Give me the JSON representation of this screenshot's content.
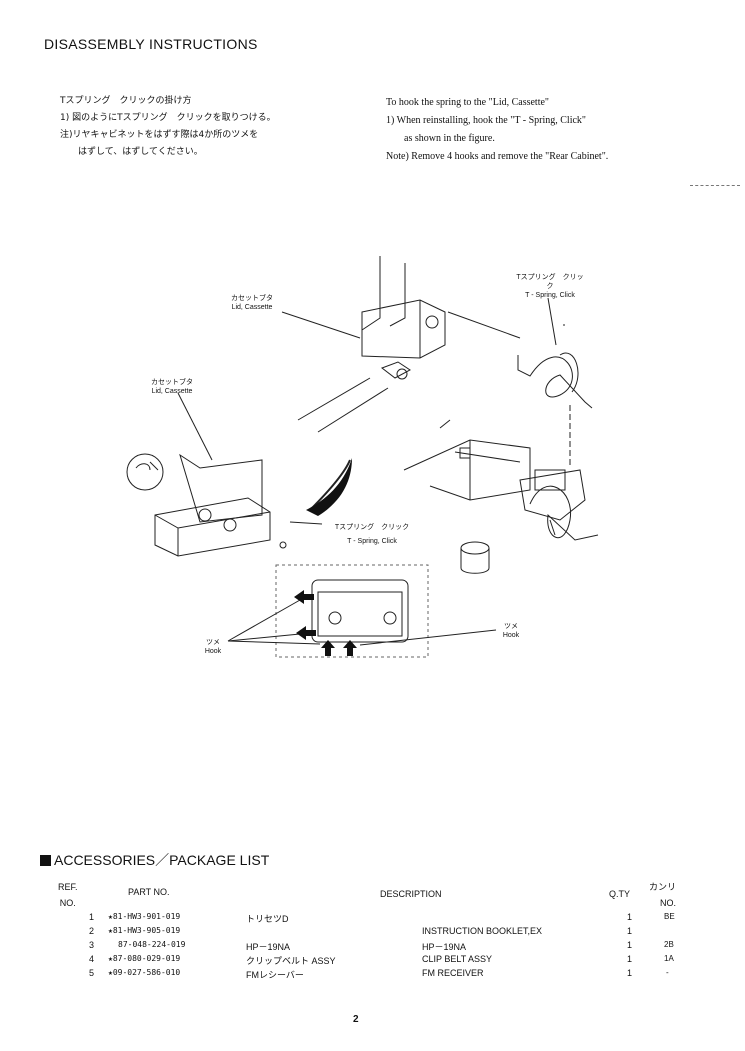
{
  "page_title": "DISASSEMBLY INSTRUCTIONS",
  "instructions_jp": [
    "Tスプリング　クリックの掛け方",
    "1) 図のようにTスプリング　クリックを取りつける。",
    "注)リヤキャビネットをはずす際は4か所のツメを",
    "はずして、はずしてください。"
  ],
  "instructions_en": [
    "To hook the spring to the \"Lid, Cassette\"",
    "1)  When reinstalling, hook the \"T - Spring, Click\"",
    "as shown in the figure.",
    "Note) Remove 4 hooks and remove the \"Rear Cabinet\"."
  ],
  "figure_labels": {
    "lid_jp_top": "カセットブタ",
    "lid_en_top": "Lid, Cassette",
    "lid_jp_left": "カセットブタ",
    "lid_en_left": "Lid, Cassette",
    "spring_jp_top": "Tスプリング　クリック",
    "spring_en_top": "T - Spring, Click",
    "spring_jp_mid": "Tスプリング　クリック",
    "spring_en_mid": "T - Spring, Click",
    "hook_jp_left": "ツメ",
    "hook_en_left": "Hook",
    "hook_jp_right": "ツメ",
    "hook_en_right": "Hook"
  },
  "accessories": {
    "title": "ACCESSORIES／PACKAGE  LIST",
    "headers": {
      "ref_line1": "REF.",
      "ref_line2": "NO.",
      "part": "PART  NO.",
      "desc": "DESCRIPTION",
      "qty": "Q.TY",
      "kanri_line1": "カンリ",
      "kanri_line2": "NO."
    },
    "rows": [
      {
        "no": "1",
        "part": "★81-HW3-901-019",
        "jp": "トリセツD",
        "desc": "",
        "qty": "1",
        "kanri": "BE"
      },
      {
        "no": "2",
        "part": "★81-HW3-905-019",
        "jp": "",
        "desc": "INSTRUCTION  BOOKLET,EX",
        "qty": "1",
        "kanri": ""
      },
      {
        "no": "3",
        "part": "87-048-224-019",
        "jp": "HP－19NA",
        "desc": "HP－19NA",
        "qty": "1",
        "kanri": "2B"
      },
      {
        "no": "4",
        "part": "★87-080-029-019",
        "jp": "クリップベルト ASSY",
        "desc": "CLIP   BELT  ASSY",
        "qty": "1",
        "kanri": "1A"
      },
      {
        "no": "5",
        "part": "★09-027-586-010",
        "jp": "FMレシーバー",
        "desc": "FM  RECEIVER",
        "qty": "1",
        "kanri": "-"
      }
    ]
  },
  "page_number": "2"
}
